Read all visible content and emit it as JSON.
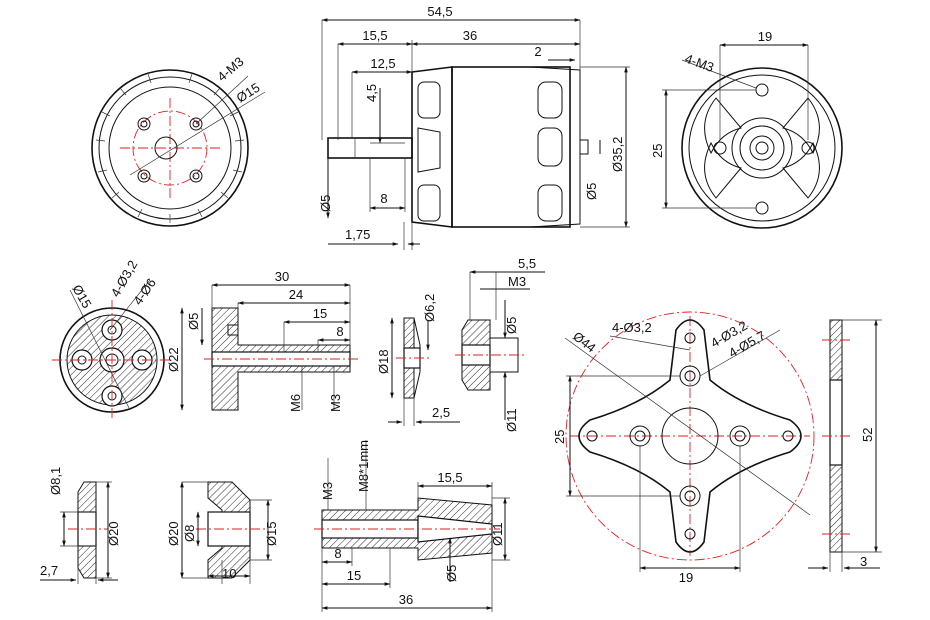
{
  "colors": {
    "line": "#111111",
    "centerline": "#dd2222",
    "background": "#ffffff"
  },
  "motor_front": {
    "holes": "4-M3",
    "circle": "Ø15"
  },
  "motor_side": {
    "overall_length": "54,5",
    "front_length": "15,5",
    "body_length": "36",
    "shaft_length": "12,5",
    "rear_gap": "2",
    "flat_depth": "4,5",
    "flat_length": "8",
    "shaft_dia": "Ø5",
    "rear_shaft_dia": "Ø5",
    "body_dia": "Ø35,2",
    "front_offset": "1,75"
  },
  "motor_back": {
    "holes": "4-M3",
    "hole_spacing_h": "19",
    "hole_spacing_v": "25"
  },
  "adapter_front": {
    "hole_circle": "Ø15",
    "holes_small": "4-Ø3,2",
    "holes_large": "4-Ø6"
  },
  "adapter_side": {
    "overall_length": "30",
    "thread_length": "24",
    "bore_length": "15",
    "tip_length": "8",
    "bore_dia": "Ø5",
    "flange_dia": "Ø22",
    "thread_m6": "M6",
    "thread_m3": "M3"
  },
  "washer_side": {
    "inner_dia": "Ø6,2",
    "outer_dia": "Ø18",
    "thickness": "2,5"
  },
  "nut_side": {
    "length": "5,5",
    "thread": "M3",
    "bore_dia": "Ø5",
    "outer_dia": "Ø11"
  },
  "xmount": {
    "holes_inner": "4-Ø3,2",
    "holes_outer_a": "4-Ø3,2",
    "holes_outer_b": "4-Ø5,7",
    "circle": "Ø44",
    "spacing_v": "25",
    "spacing_h": "19"
  },
  "xmount_side": {
    "height": "52",
    "thickness": "3"
  },
  "collar": {
    "inner_dia": "Ø8,1",
    "outer_dia": "Ø20",
    "thickness": "2,7"
  },
  "cone": {
    "outer_dia": "Ø20",
    "inner_dia": "Ø8",
    "bore_dia": "Ø15",
    "length": "10"
  },
  "prop_adapter": {
    "thread_m3": "M3",
    "thread_m8": "M8*1mm",
    "front_length": "15,5",
    "outer_dia": "Ø11",
    "bore_dia": "Ø5",
    "inner_length": "8",
    "mid_length": "15",
    "overall_length": "36"
  }
}
